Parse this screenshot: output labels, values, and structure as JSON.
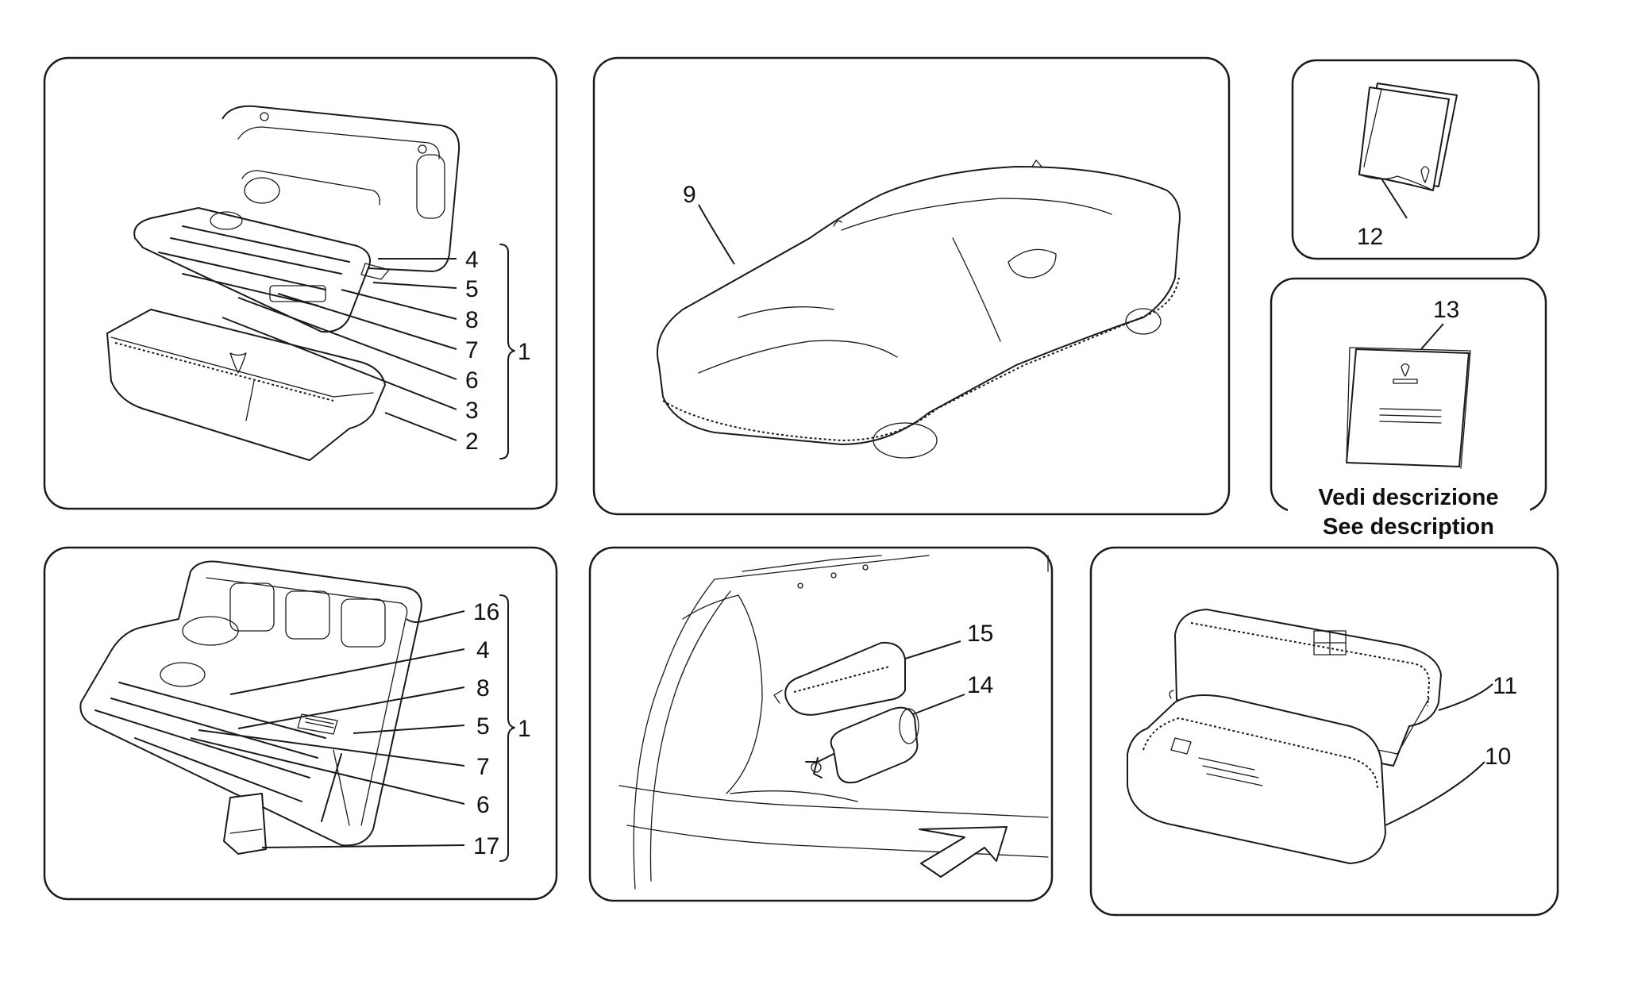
{
  "callouts": {
    "p1": {
      "c4": "4",
      "c5": "5",
      "c8": "8",
      "c7": "7",
      "c6": "6",
      "c3": "3",
      "c2": "2",
      "group": "1"
    },
    "p2": {
      "c9": "9"
    },
    "p3": {
      "c12": "12"
    },
    "p4": {
      "c13": "13"
    },
    "p5": {
      "c16": "16",
      "c4": "4",
      "c8": "8",
      "c5": "5",
      "c7": "7",
      "c6": "6",
      "c17": "17",
      "group": "1"
    },
    "p6": {
      "c15": "15",
      "c14": "14"
    },
    "p7": {
      "c11": "11",
      "c10": "10"
    }
  },
  "note": {
    "line1": "Vedi descrizione",
    "line2": "See description"
  },
  "icons": [
    "tool-tray",
    "tool-pouch",
    "car-cover",
    "booklet",
    "manual",
    "fire-extinguisher",
    "emergency-pouch",
    "car-cover-bag",
    "arrow"
  ]
}
